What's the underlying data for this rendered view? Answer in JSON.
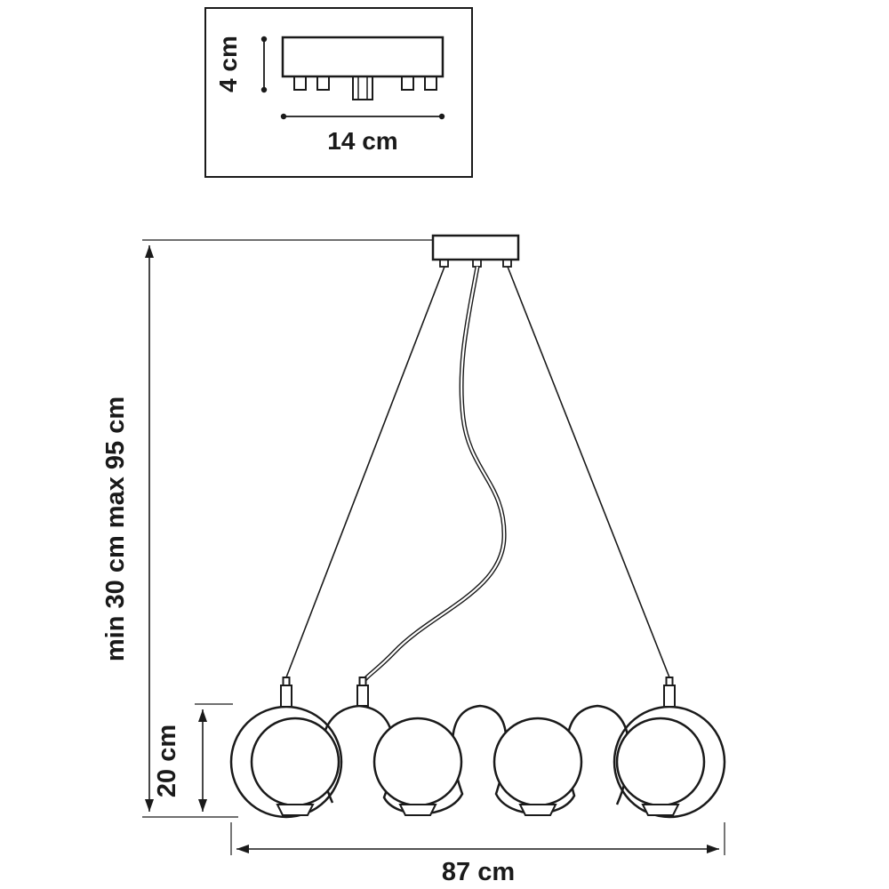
{
  "colors": {
    "line": "#1a1a1a",
    "background": "#ffffff"
  },
  "inset": {
    "height_label": "4 cm",
    "width_label": "14 cm"
  },
  "main": {
    "suspension_range_label": "min 30 cm max 95 cm",
    "body_height_label": "20 cm",
    "overall_width_label": "87 cm"
  }
}
